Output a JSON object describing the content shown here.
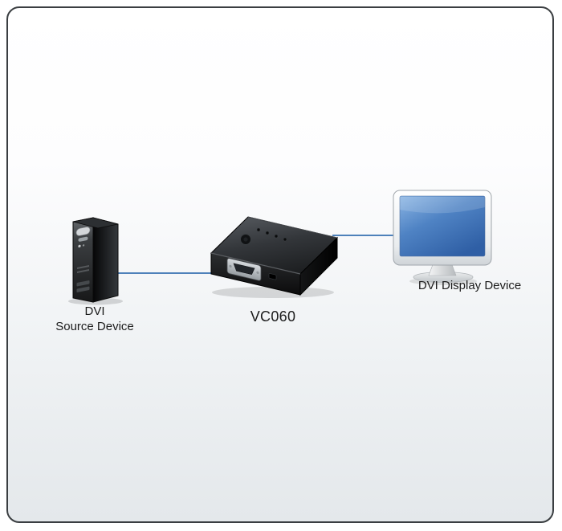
{
  "diagram": {
    "source_device": {
      "label_line1": "DVI",
      "label_line2": "Source Device"
    },
    "converter_device": {
      "label": "VC060"
    },
    "display_device": {
      "label": "DVI Display Device"
    },
    "connections": [
      {
        "from": "DVI Source Device",
        "to": "VC060"
      },
      {
        "from": "VC060",
        "to": "DVI Display Device"
      }
    ],
    "colors": {
      "connection_line": "#4e81ba",
      "label_text": "#1c1c1c",
      "panel_border": "#3a3e41",
      "background_top": "#ffffff",
      "background_bottom": "#e4e8eb",
      "monitor_screen_top": "#8cb6e4",
      "monitor_screen_bottom": "#2f5fa5"
    }
  }
}
